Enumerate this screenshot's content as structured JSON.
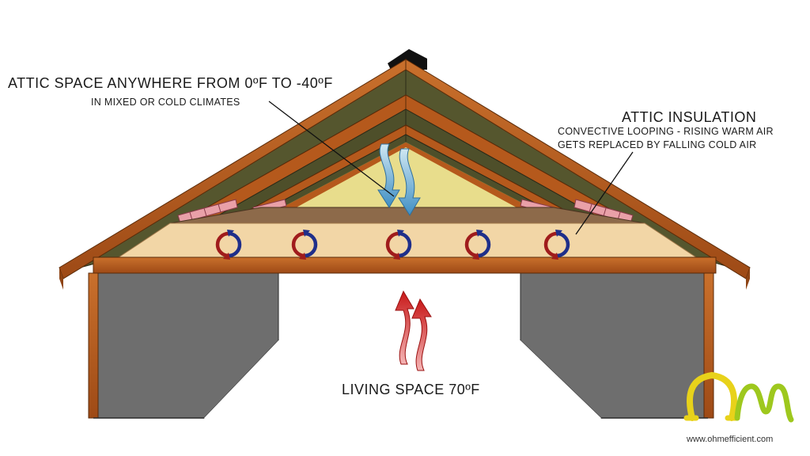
{
  "labels": {
    "attic_space_title": "ATTIC SPACE ANYWHERE FROM 0ºF TO -40ºF",
    "attic_space_sub": "IN MIXED OR COLD CLIMATES",
    "insulation_title": "ATTIC INSULATION",
    "insulation_line1": "CONVECTIVE LOOPING - RISING WARM AIR",
    "insulation_line2": "GETS REPLACED BY FALLING COLD AIR",
    "living_space": "LIVING SPACE 70ºF"
  },
  "logo": {
    "website": "www.ohmefficient.com"
  },
  "colors": {
    "wood": "#b5591c",
    "wood_dark": "#7a3a10",
    "roof_felt": "#55562e",
    "insulation": "#f2d6a6",
    "attic_air": "#e8dd8c",
    "wall_grey": "#707070",
    "warm_arrow": "#c81818",
    "cold_arrow": "#5aa8d0",
    "loop_red": "#a01c1c",
    "loop_blue": "#1f2f8a",
    "logo_yellow": "#e8d21a"
  }
}
